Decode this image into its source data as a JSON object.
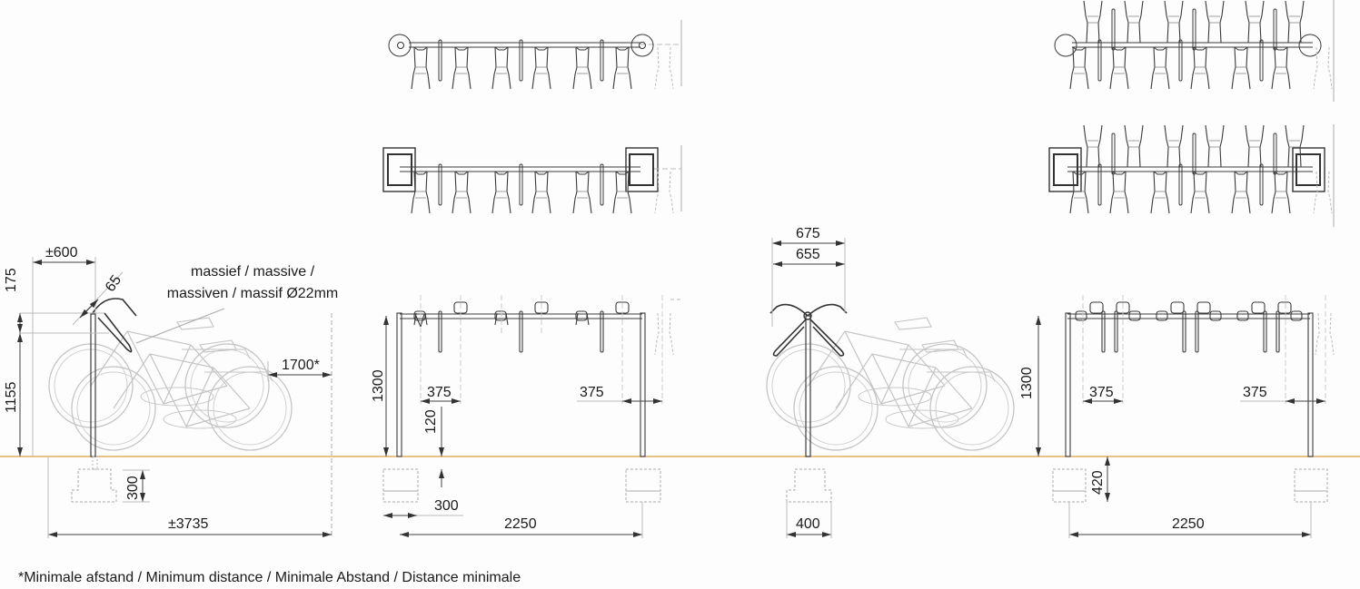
{
  "colors": {
    "line": "#3a3a3a",
    "ghost": "#b5b5b5",
    "ground": "#e0a040",
    "dimension": "#444444"
  },
  "plan_views": {
    "single_sided_round_base": {
      "hooks": 6,
      "dividers": 3
    },
    "single_sided_square_base": {
      "hooks": 6,
      "dividers": 3
    },
    "double_sided_round_base": {
      "hooks": 12,
      "dividers": 6
    },
    "double_sided_square_base": {
      "hooks": 12,
      "dividers": 6
    }
  },
  "side_view_single": {
    "dim_top_width": "±600",
    "dim_hook_width": "65",
    "dim_top_height": "175",
    "dim_height": "1155",
    "dim_min_distance": "1700*",
    "dim_foundation_depth": "300",
    "dim_total_length": "±3735",
    "material_callout_line1": "massief / massive /",
    "material_callout_line2": "massiven / massif Ø22mm"
  },
  "front_view_single": {
    "dim_height": "1300",
    "dim_spacing_left": "375",
    "dim_spacing_right": "375",
    "dim_hook_ground": "120",
    "dim_foundation_width": "300",
    "dim_span": "2250"
  },
  "side_view_double": {
    "dim_outer_width": "675",
    "dim_inner_width": "655",
    "dim_foundation_width": "400"
  },
  "front_view_double": {
    "dim_height": "1300",
    "dim_spacing_left": "375",
    "dim_spacing_right": "375",
    "dim_foundation_depth": "420",
    "dim_span": "2250"
  },
  "footnote": "*Minimale afstand / Minimum distance / Minimale Abstand / Distance minimale"
}
